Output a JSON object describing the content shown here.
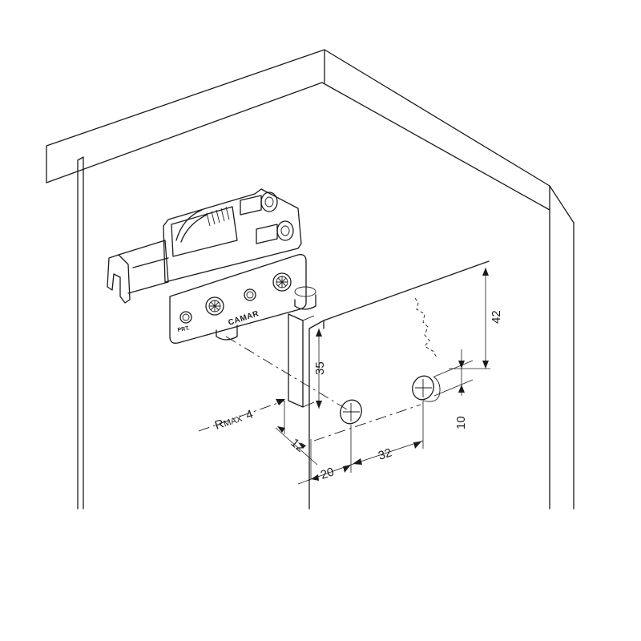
{
  "drawing": {
    "brand": "CAMAR",
    "part_mark": "PRT.",
    "radius_label": {
      "prefix": "R",
      "sub": "MAX",
      "value": "4"
    },
    "dimensions": {
      "height_42": "42",
      "height_35": "35",
      "hole_10": "10",
      "gap_12": "12",
      "offset_20": "20",
      "spacing_32": "32"
    }
  }
}
